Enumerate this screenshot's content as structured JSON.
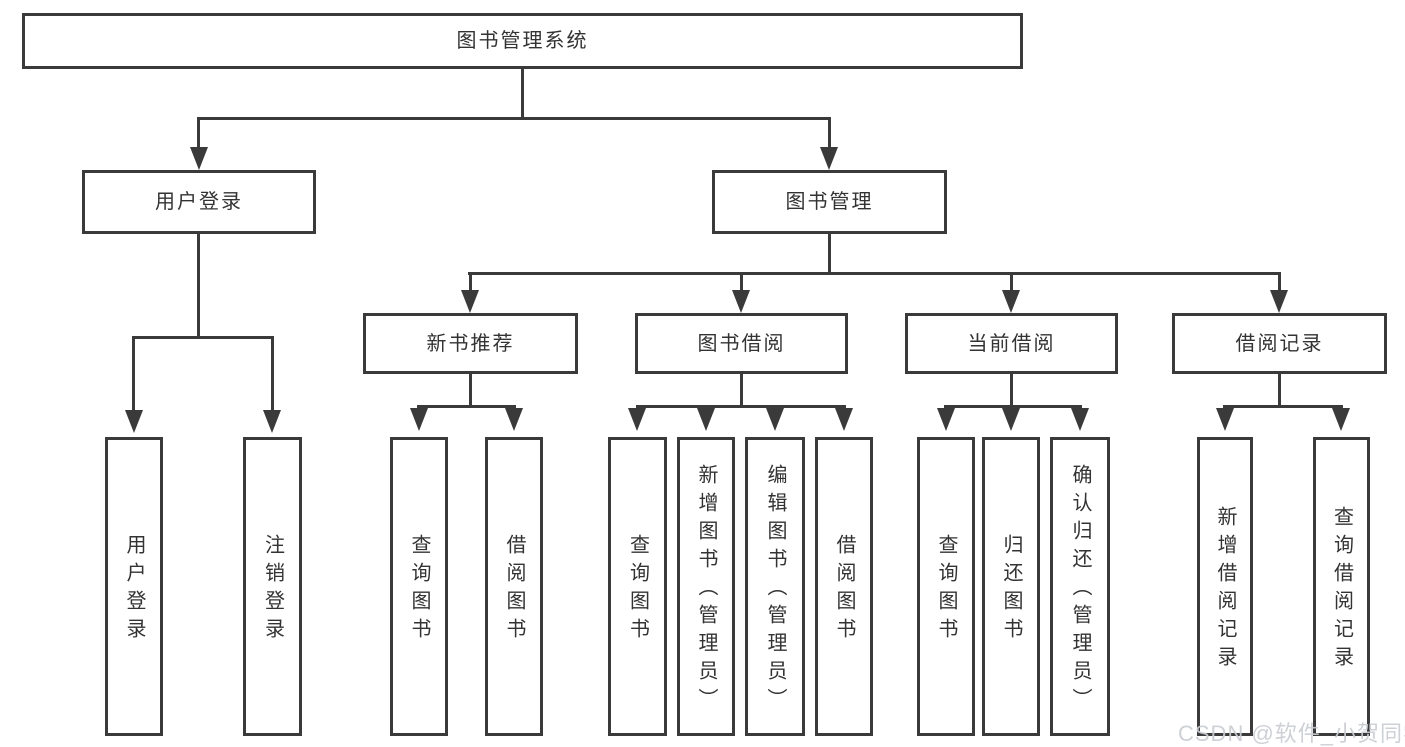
{
  "diagram": {
    "root": {
      "label": "图书管理系统"
    },
    "branches": [
      {
        "label": "用户登录",
        "children": [
          {
            "label": "用户登录"
          },
          {
            "label": "注销登录"
          }
        ]
      },
      {
        "label": "图书管理",
        "children": [
          {
            "label": "新书推荐",
            "children": [
              {
                "label": "查询图书"
              },
              {
                "label": "借阅图书"
              }
            ]
          },
          {
            "label": "图书借阅",
            "children": [
              {
                "label": "查询图书"
              },
              {
                "label": "新增图书（管理员）"
              },
              {
                "label": "编辑图书（管理员）"
              },
              {
                "label": "借阅图书"
              }
            ]
          },
          {
            "label": "当前借阅",
            "children": [
              {
                "label": "查询图书"
              },
              {
                "label": "归还图书"
              },
              {
                "label": "确认归还（管理员）"
              }
            ]
          },
          {
            "label": "借阅记录",
            "children": [
              {
                "label": "新增借阅记录"
              },
              {
                "label": "查询借阅记录"
              }
            ]
          }
        ]
      }
    ],
    "watermark": "CSDN @软件_小贺同学",
    "colors": {
      "line": "#3a3a3a",
      "text": "#333333",
      "background": "#ffffff",
      "watermark": "#c8cbd0"
    }
  }
}
